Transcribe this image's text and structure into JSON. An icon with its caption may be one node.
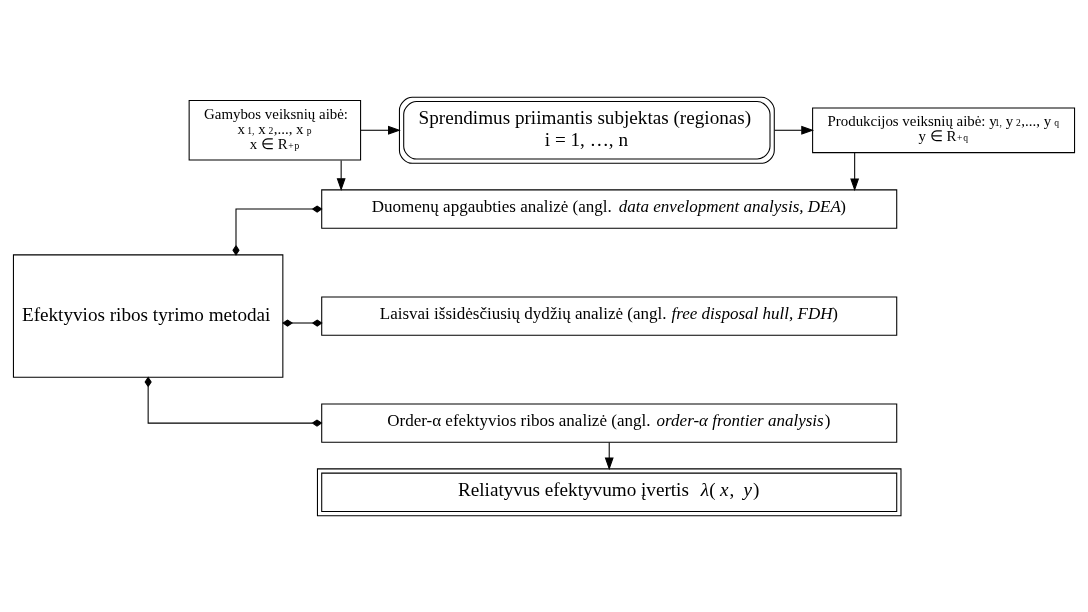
{
  "diagram": {
    "nodes": [
      {
        "text": [
          "Gamybos veiksnių aibė:",
          "x$_{1,}$ x$_{2}$,..., x$_{p}$",
          "x ∈ R$_{+}$$^{p}$"
        ]
      },
      {
        "text": [
          "Sprendimus priimantis subjektas (regionas)",
          "i = 1, …, n"
        ]
      },
      {
        "text": [
          "Produkcijos veiksnių aibė: y$_{1,}$ y$_{2}$,..., y$_{q}$",
          "y ∈ R$_{+}$$^{q}$"
        ]
      },
      {
        "text": [
          "Duomenų apgaubties analizė (angl. *data envelopment analysis, DEA*)"
        ]
      },
      {
        "text": [
          "Laisvai išsidėsčiusių dydžių analizė (angl. *free disposal hull, FDH*)"
        ]
      },
      {
        "text": [
          "Order-α efektyvios ribos analizė (angl. *order-α frontier analysis*)"
        ]
      },
      {
        "text": [
          "Efektyvios ribos tyrimo metodai"
        ]
      },
      {
        "text": [
          "Reliatyvus efektyvumo įvertis *λ*(*x*, *y*)"
        ]
      }
    ],
    "edges": [
      {
        "from": 0,
        "to": 1,
        "arrow": "to"
      },
      {
        "from": 1,
        "to": 2,
        "arrow": "to"
      },
      {
        "from": 0,
        "to": 3,
        "arrow": "to"
      },
      {
        "from": 2,
        "to": 3,
        "arrow": "to"
      },
      {
        "from": 6,
        "to": 3,
        "arrow": "other"
      },
      {
        "from": 6,
        "to": 4,
        "arrow": "other"
      },
      {
        "from": 6,
        "to": 5,
        "arrow": "other"
      },
      {
        "from": 5,
        "to": 7,
        "arrow": "to"
      }
    ]
  }
}
